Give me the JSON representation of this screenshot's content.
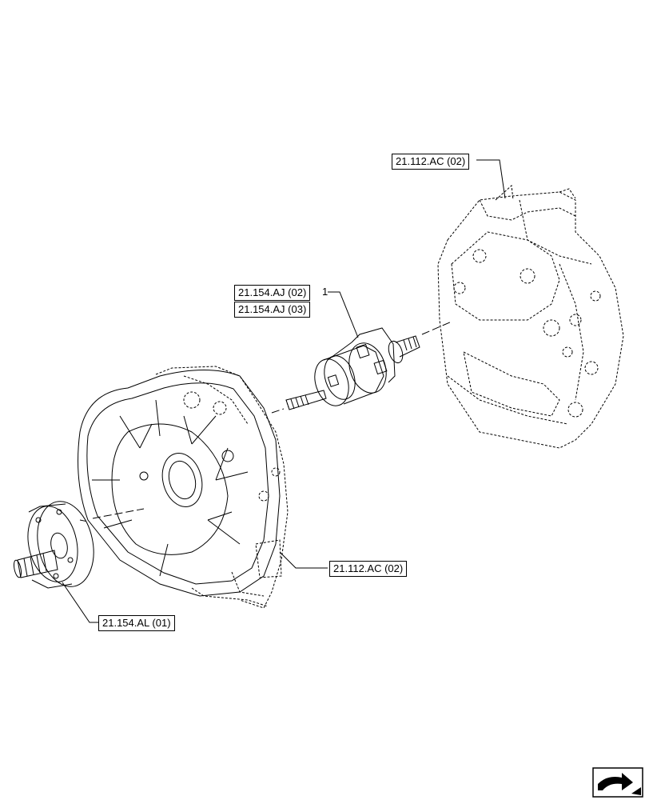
{
  "callouts": {
    "item_number": "1",
    "ref_top_right": "21.112.AC (02)",
    "ref_shaft_1": "21.154.AJ (02)",
    "ref_shaft_2": "21.154.AJ (03)",
    "ref_housing": "21.112.AC (02)",
    "ref_pump": "21.154.AL (01)"
  },
  "icons": {
    "nav": "next-page-arrow-icon"
  },
  "colors": {
    "line": "#000000",
    "background": "#ffffff"
  }
}
